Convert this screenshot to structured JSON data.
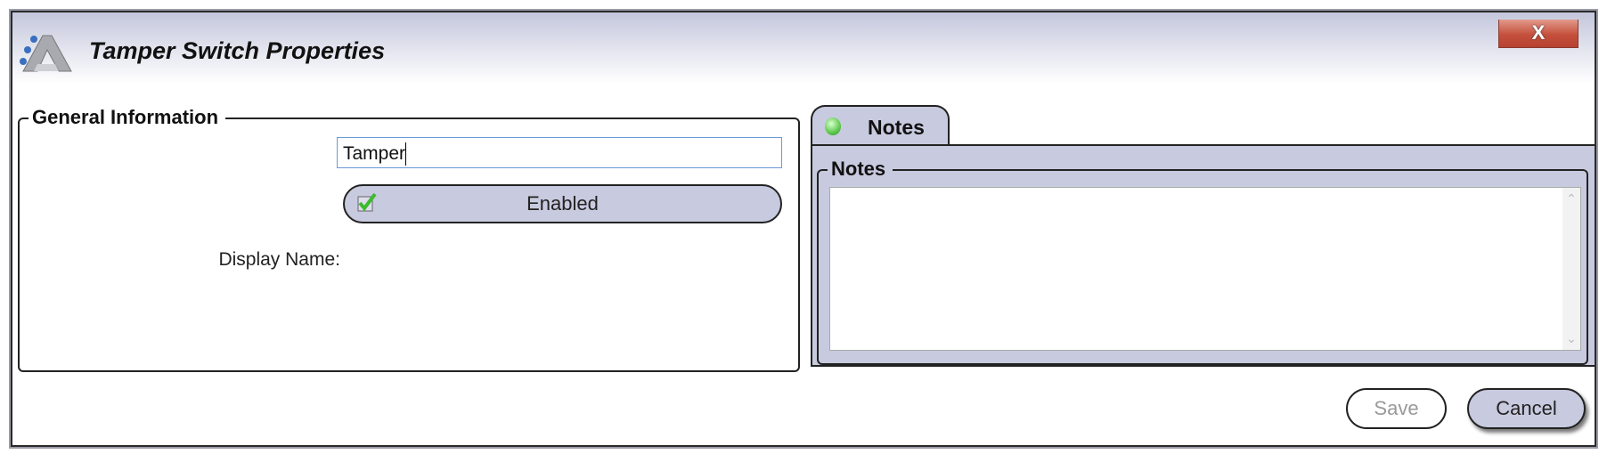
{
  "window": {
    "title": "Tamper Switch Properties",
    "close_label": "X"
  },
  "general": {
    "legend": "General Information",
    "display_name_label": "Display Name:",
    "display_name_value": "Tamper",
    "enabled_label": "Enabled",
    "enabled_checked": true
  },
  "tabs": [
    {
      "label": "Notes",
      "status_color": "#5cc84a"
    }
  ],
  "notes": {
    "legend": "Notes",
    "value": ""
  },
  "footer": {
    "save_label": "Save",
    "cancel_label": "Cancel"
  }
}
